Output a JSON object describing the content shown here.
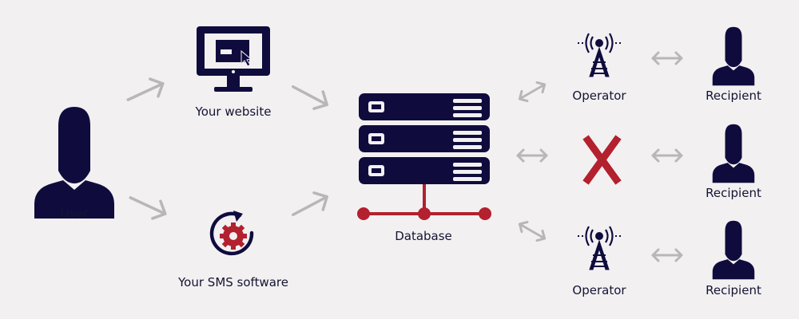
{
  "colors": {
    "background": "#f2f0f1",
    "navy": "#0f0c3d",
    "accent_red": "#b3202e",
    "arrow_gray": "#b9b6b8",
    "text": "#141432"
  },
  "nodes": {
    "user": {
      "label": "User",
      "icon": "user-icon"
    },
    "website": {
      "label": "Your website",
      "icon": "monitor-icon"
    },
    "sms_software": {
      "label": "Your SMS software",
      "icon": "gear-refresh-icon"
    },
    "database": {
      "label": "Database",
      "icon": "server-database-icon"
    },
    "operators": [
      {
        "label": "Operator",
        "icon": "radio-tower-icon",
        "status": "available"
      },
      {
        "label": "",
        "icon": "cross-icon",
        "status": "failed"
      },
      {
        "label": "Operator",
        "icon": "radio-tower-icon",
        "status": "available"
      }
    ],
    "recipients": [
      {
        "label": "Recipient",
        "icon": "user-icon"
      },
      {
        "label": "Recipient",
        "icon": "user-icon"
      },
      {
        "label": "Recipient",
        "icon": "user-icon"
      }
    ]
  }
}
